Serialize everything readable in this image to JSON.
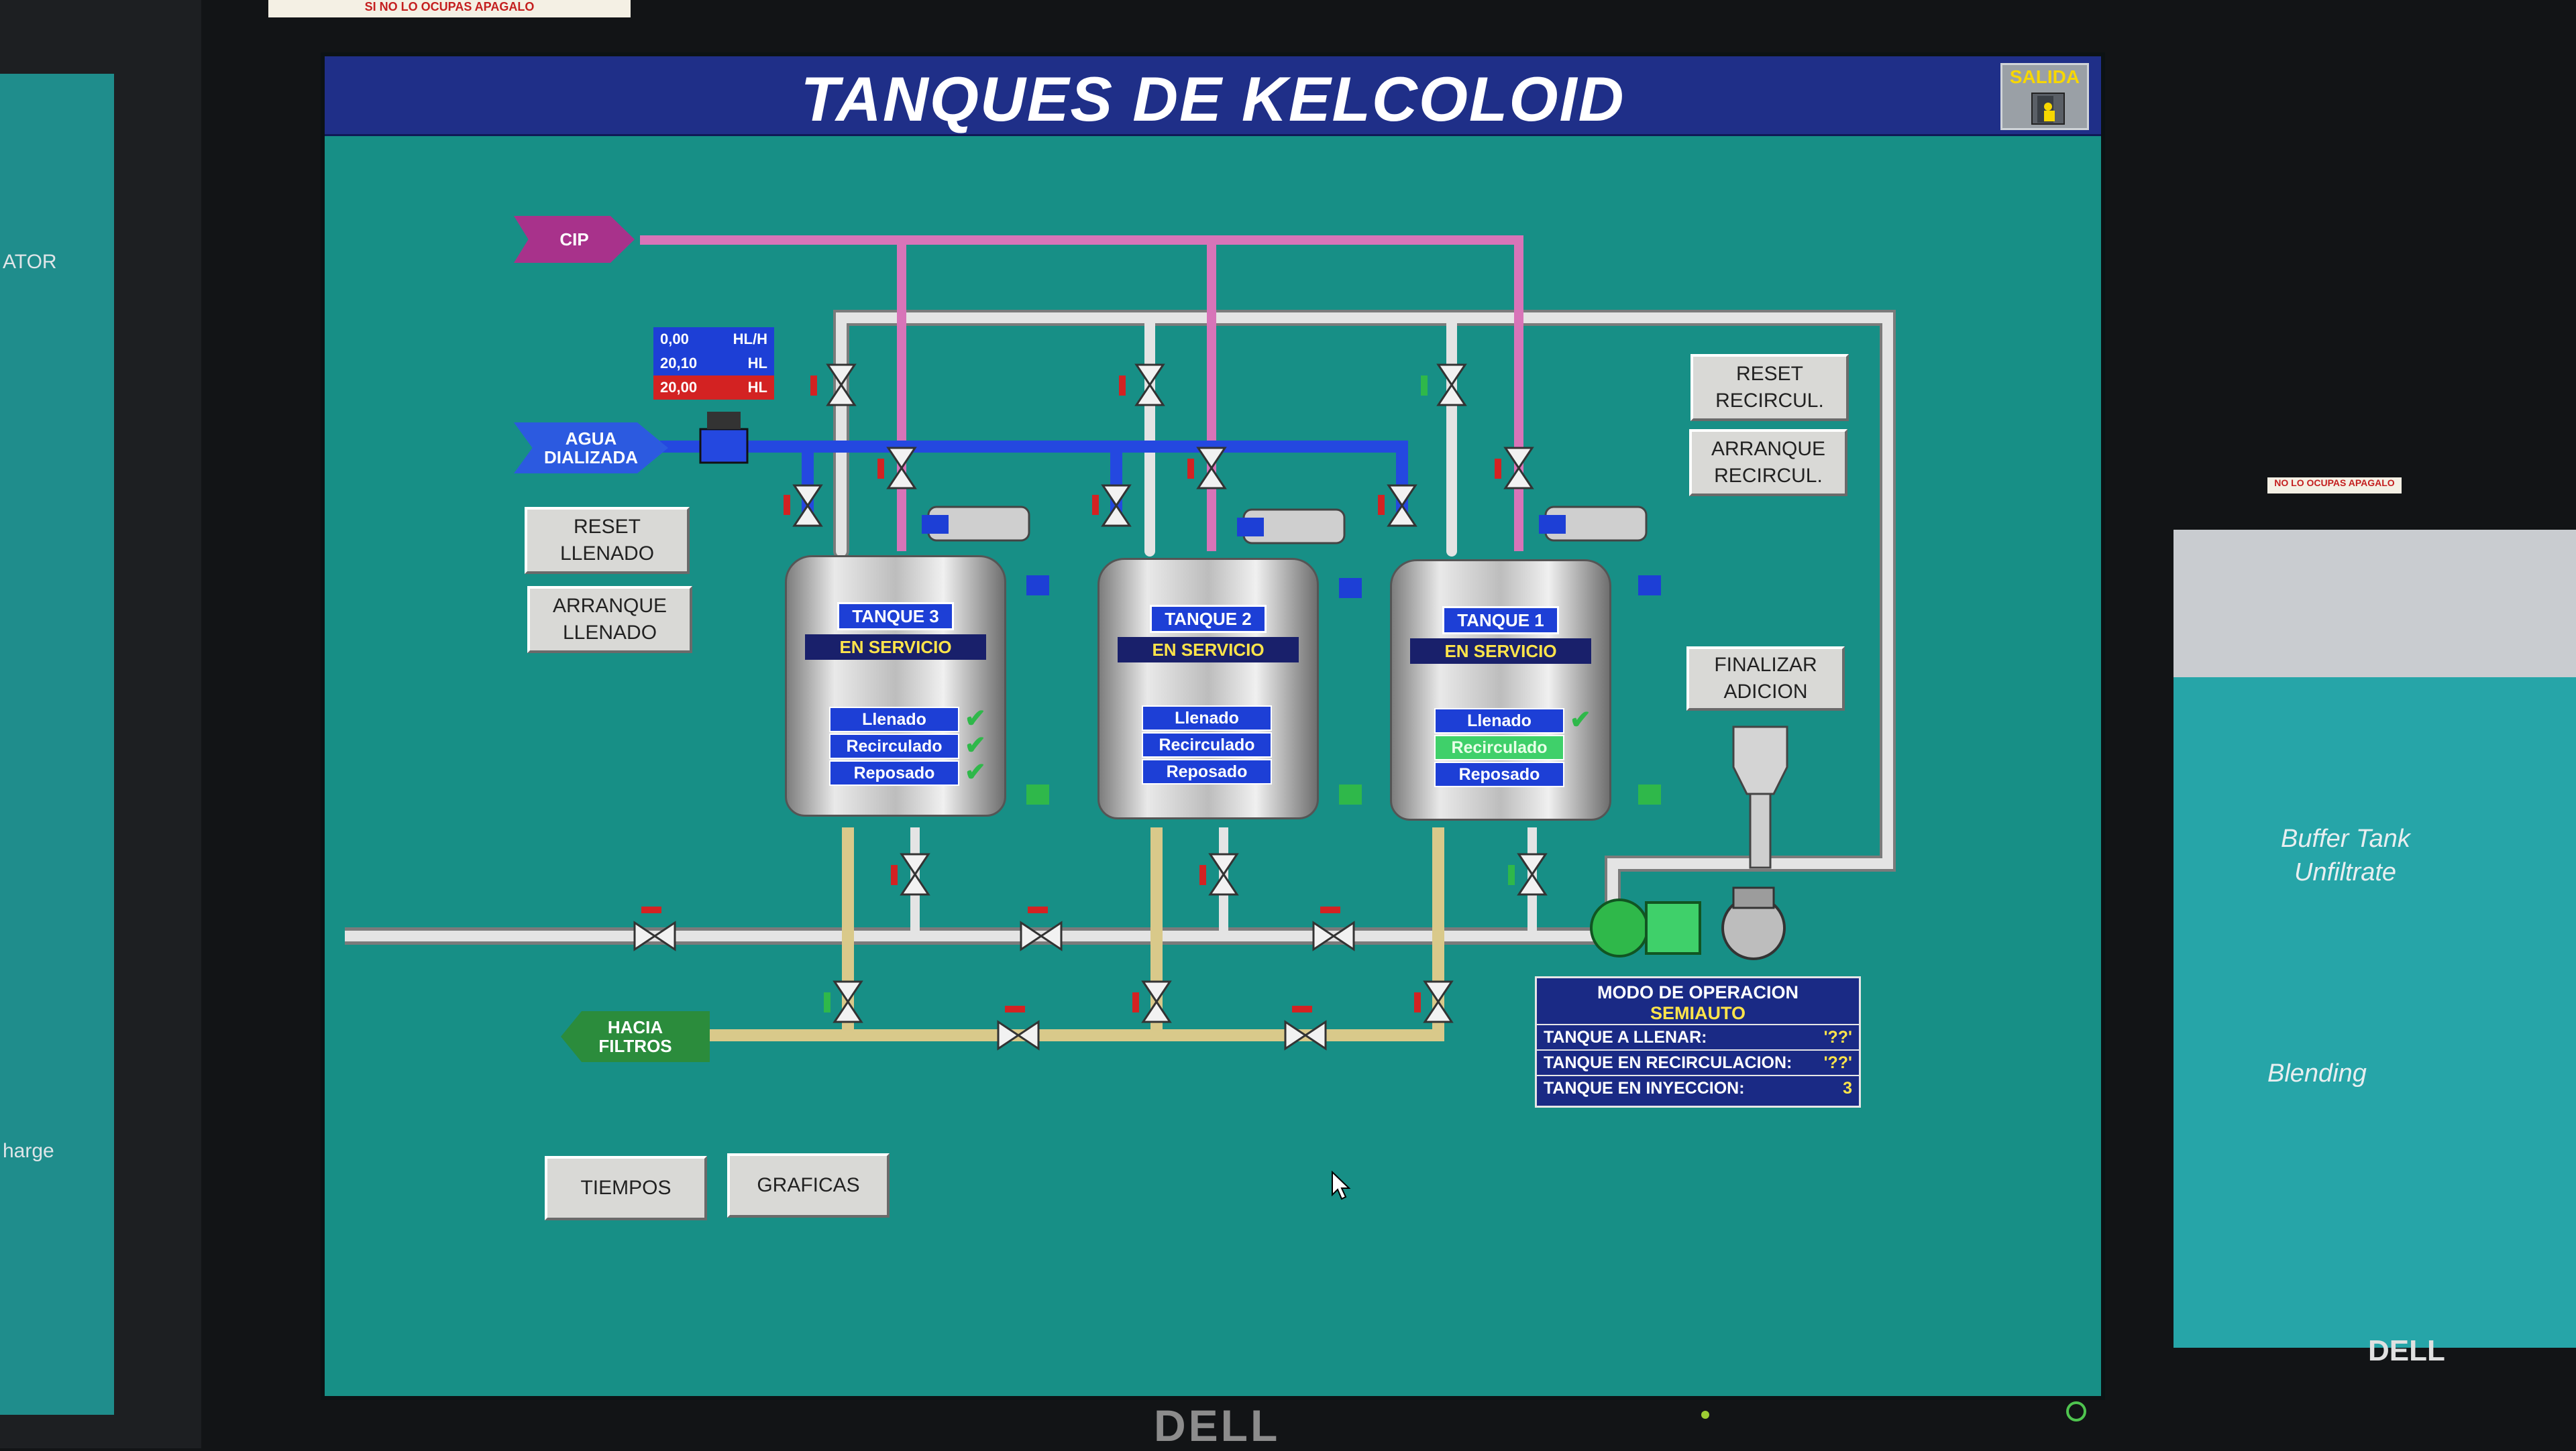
{
  "header": {
    "title": "TANQUES DE KELCOLOID",
    "exit_label": "SALIDA"
  },
  "sources": {
    "cip": "CIP",
    "water": "AGUA\nDIALIZADA",
    "to_filters": "HACIA\nFILTROS"
  },
  "flow_meter": [
    {
      "value": "0,00",
      "unit": "HL/H",
      "color": "#1d3fd6"
    },
    {
      "value": "20,10",
      "unit": "HL",
      "color": "#1d3fd6"
    },
    {
      "value": "20,00",
      "unit": "HL",
      "color": "#d32222"
    }
  ],
  "buttons": {
    "reset_fill": "RESET\nLLENADO",
    "start_fill": "ARRANQUE\nLLENADO",
    "reset_recirc": "RESET\nRECIRCUL.",
    "start_recirc": "ARRANQUE\nRECIRCUL.",
    "finish_addition": "FINALIZAR\nADICION",
    "times": "TIEMPOS",
    "charts": "GRAFICAS"
  },
  "tanks": [
    {
      "name": "TANQUE 3",
      "state": "EN SERVICIO",
      "steps": [
        {
          "label": "Llenado",
          "done": "✔"
        },
        {
          "label": "Recirculado",
          "done": "✔"
        },
        {
          "label": "Reposado",
          "done": "✔"
        }
      ]
    },
    {
      "name": "TANQUE 2",
      "state": "EN SERVICIO",
      "steps": [
        {
          "label": "Llenado",
          "done": ""
        },
        {
          "label": "Recirculado",
          "done": ""
        },
        {
          "label": "Reposado",
          "done": ""
        }
      ]
    },
    {
      "name": "TANQUE 1",
      "state": "EN SERVICIO",
      "steps": [
        {
          "label": "Llenado",
          "done": "✔"
        },
        {
          "label": "Recirculado",
          "done": ""
        },
        {
          "label": "Reposado",
          "done": ""
        }
      ]
    }
  ],
  "mode": {
    "title": "MODO DE OPERACION",
    "value": "SEMIAUTO",
    "rows": [
      {
        "label": "TANQUE A LLENAR:",
        "value": "'??'"
      },
      {
        "label": "TANQUE EN RECIRCULACION:",
        "value": "'??'"
      },
      {
        "label": "TANQUE EN INYECCION:",
        "value": "3"
      }
    ]
  },
  "bezel": {
    "brand": "DELL"
  },
  "background_screens": {
    "left_text_1": "ATOR",
    "left_text_2": "harge",
    "right_label_1": "Buffer Tank",
    "right_label_2": "Unfiltrate",
    "right_label_3": "Blending",
    "right_brand": "DELL",
    "sticker_top": "SI NO LO OCUPAS APAGALO",
    "sticker_right": "NO LO OCUPAS APAGALO"
  },
  "colors": {
    "screen_bg": "#178f86",
    "title_bar": "#1f2f88",
    "cip_pipe": "#d874b8",
    "water_pipe": "#2448e0",
    "product_pipe": "#d9c98a",
    "main_pipe": "#e4e4e4",
    "valve_red": "#d32222",
    "valve_green": "#2fb84a"
  }
}
